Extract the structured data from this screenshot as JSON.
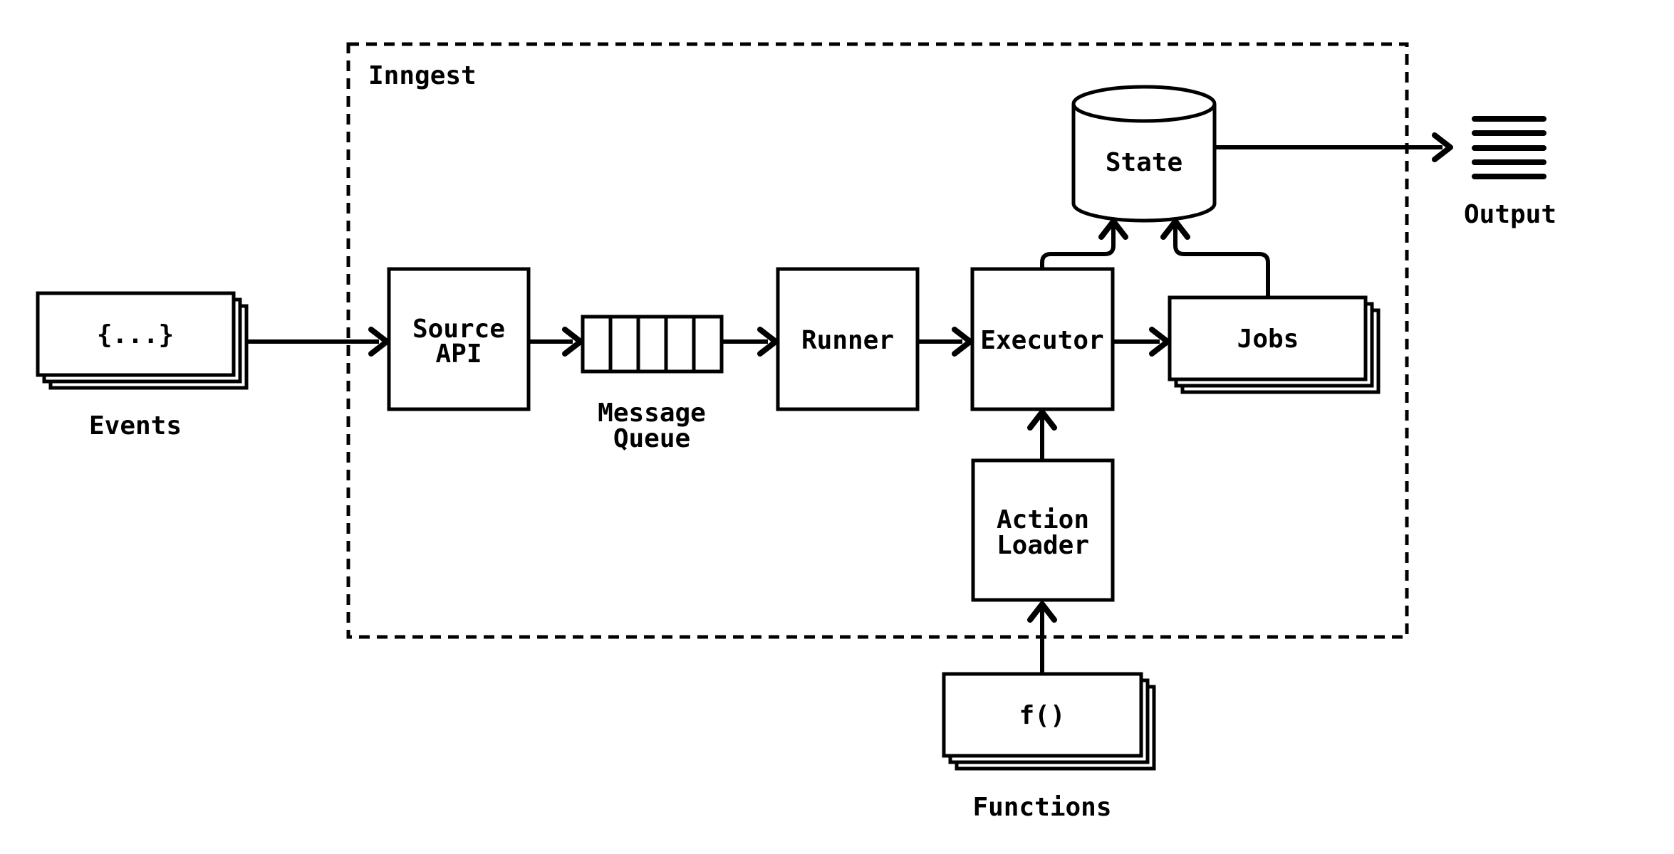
{
  "diagram": {
    "title": "Inngest",
    "colors": {
      "stroke": "#000000",
      "background": "#ffffff"
    },
    "nodes": {
      "events": {
        "symbol": "{...}",
        "caption": "Events",
        "shape": "stacked-cards"
      },
      "source_api": {
        "line1": "Source",
        "line2": "API",
        "shape": "box"
      },
      "message_queue": {
        "line1": "Message",
        "line2": "Queue",
        "shape": "segmented-queue",
        "cells": 5
      },
      "runner": {
        "label": "Runner",
        "shape": "box"
      },
      "executor": {
        "label": "Executor",
        "shape": "box"
      },
      "jobs": {
        "label": "Jobs",
        "shape": "stacked-cards"
      },
      "state": {
        "label": "State",
        "shape": "cylinder"
      },
      "action_loader": {
        "line1": "Action",
        "line2": "Loader",
        "shape": "box"
      },
      "functions": {
        "symbol": "f()",
        "caption": "Functions",
        "shape": "stacked-cards"
      },
      "output": {
        "caption": "Output",
        "shape": "list-icon",
        "icon_lines": 5
      }
    },
    "edges": [
      {
        "from": "Events",
        "to": "Source API"
      },
      {
        "from": "Source API",
        "to": "Message Queue"
      },
      {
        "from": "Message Queue",
        "to": "Runner"
      },
      {
        "from": "Runner",
        "to": "Executor"
      },
      {
        "from": "Executor",
        "to": "Jobs"
      },
      {
        "from": "Executor",
        "to": "State"
      },
      {
        "from": "Jobs",
        "to": "State"
      },
      {
        "from": "State",
        "to": "Output"
      },
      {
        "from": "Action Loader",
        "to": "Executor"
      },
      {
        "from": "Functions",
        "to": "Action Loader"
      }
    ]
  }
}
